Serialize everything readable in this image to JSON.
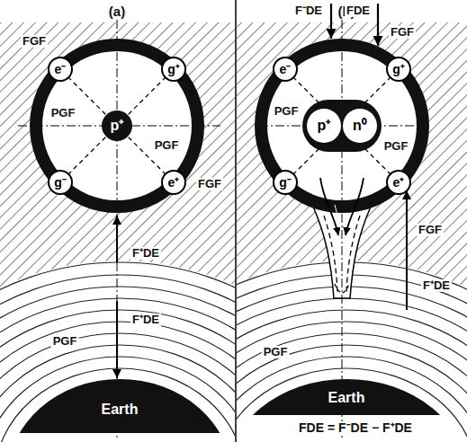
{
  "diagram": {
    "nodes": [
      {
        "text": [
          "PGF",
          "PGF"
        ]
      },
      {
        "text": [
          "e⁻"
        ],
        "in": 0
      },
      {
        "text": [
          "g⁺"
        ],
        "in": 0
      },
      {
        "text": [
          "p⁺"
        ],
        "in": 0
      },
      {
        "text": [
          "g⁻"
        ],
        "in": 0
      },
      {
        "text": [
          "e⁺"
        ],
        "in": 0
      },
      {
        "text": [
          "Earth"
        ]
      },
      {
        "text": [
          "PGF",
          "PGF"
        ]
      },
      {
        "text": [
          "e⁻"
        ],
        "in": 7
      },
      {
        "text": [
          "g⁺"
        ],
        "in": 7
      },
      {
        "text": [
          "p⁺",
          "n⁰"
        ],
        "in": 7
      },
      {
        "text": [
          "g⁻"
        ],
        "in": 7
      },
      {
        "text": [
          "e⁺"
        ],
        "in": 7
      },
      {
        "text": [
          "Earth"
        ]
      }
    ],
    "labels": [
      "(a)",
      "(b)",
      "FGF",
      "FGF",
      "F⁻DE",
      "FDE",
      "FGF",
      "FGF",
      "F⁺DE",
      "F⁺DE",
      "PGF",
      "F⁺DE",
      "PGF",
      "FDE = F⁻DE − F⁺DE"
    ]
  }
}
